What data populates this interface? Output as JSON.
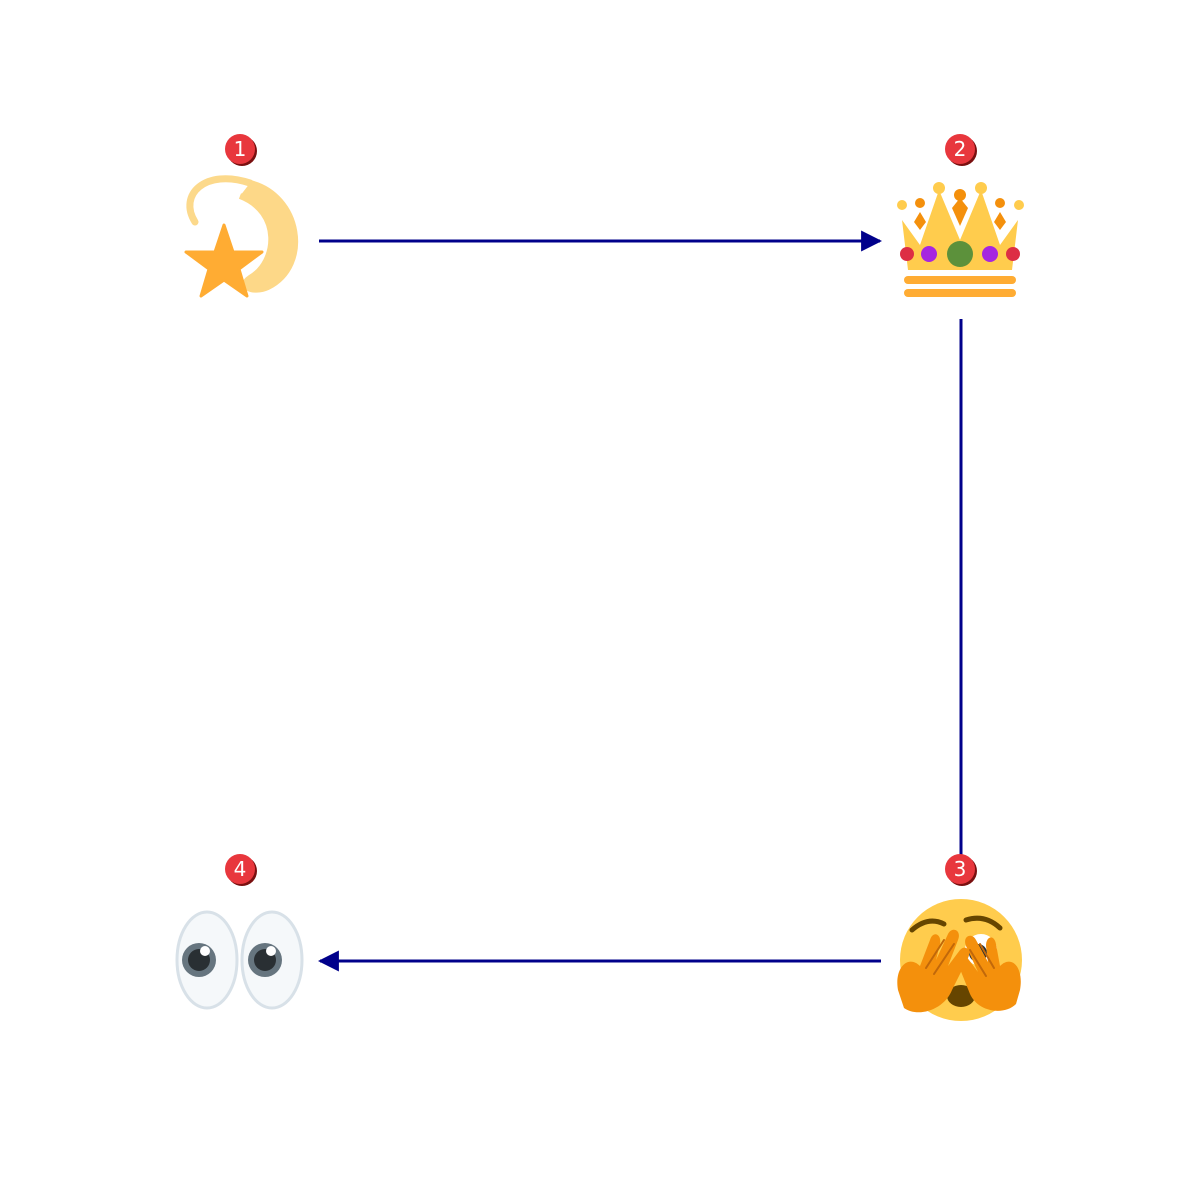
{
  "diagram": {
    "type": "flow",
    "colors": {
      "arrow": "#00008b",
      "badge_fill": "#e8373d",
      "badge_shadow": "#7a1010",
      "badge_text": "#ffffff"
    },
    "nodes": [
      {
        "id": "n1",
        "number": "1",
        "icon": "dizzy-star-icon"
      },
      {
        "id": "n2",
        "number": "2",
        "icon": "crown-icon"
      },
      {
        "id": "n3",
        "number": "3",
        "icon": "face-peeking-through-hands-icon"
      },
      {
        "id": "n4",
        "number": "4",
        "icon": "eyes-icon"
      }
    ],
    "edges": [
      {
        "from": "n1",
        "to": "n2"
      },
      {
        "from": "n2",
        "to": "n3"
      },
      {
        "from": "n3",
        "to": "n4"
      }
    ]
  }
}
